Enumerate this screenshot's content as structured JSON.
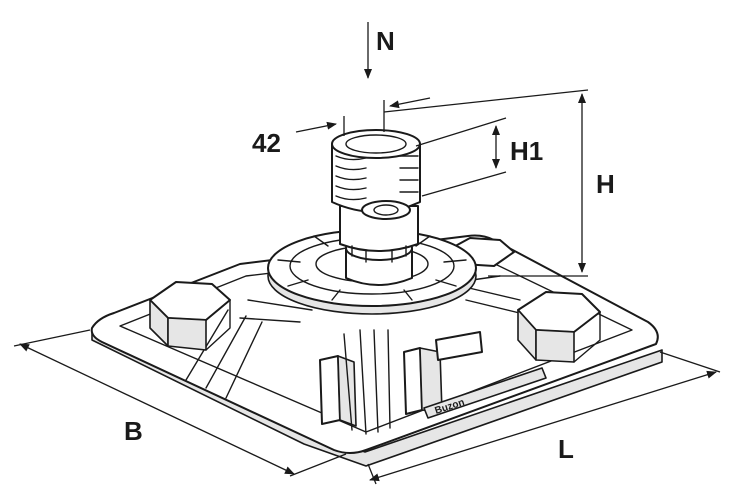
{
  "labels": {
    "load": "N",
    "diameter": "42",
    "h1": "H1",
    "height": "H",
    "width": "B",
    "length": "L",
    "brand_mark": "Buzon"
  }
}
